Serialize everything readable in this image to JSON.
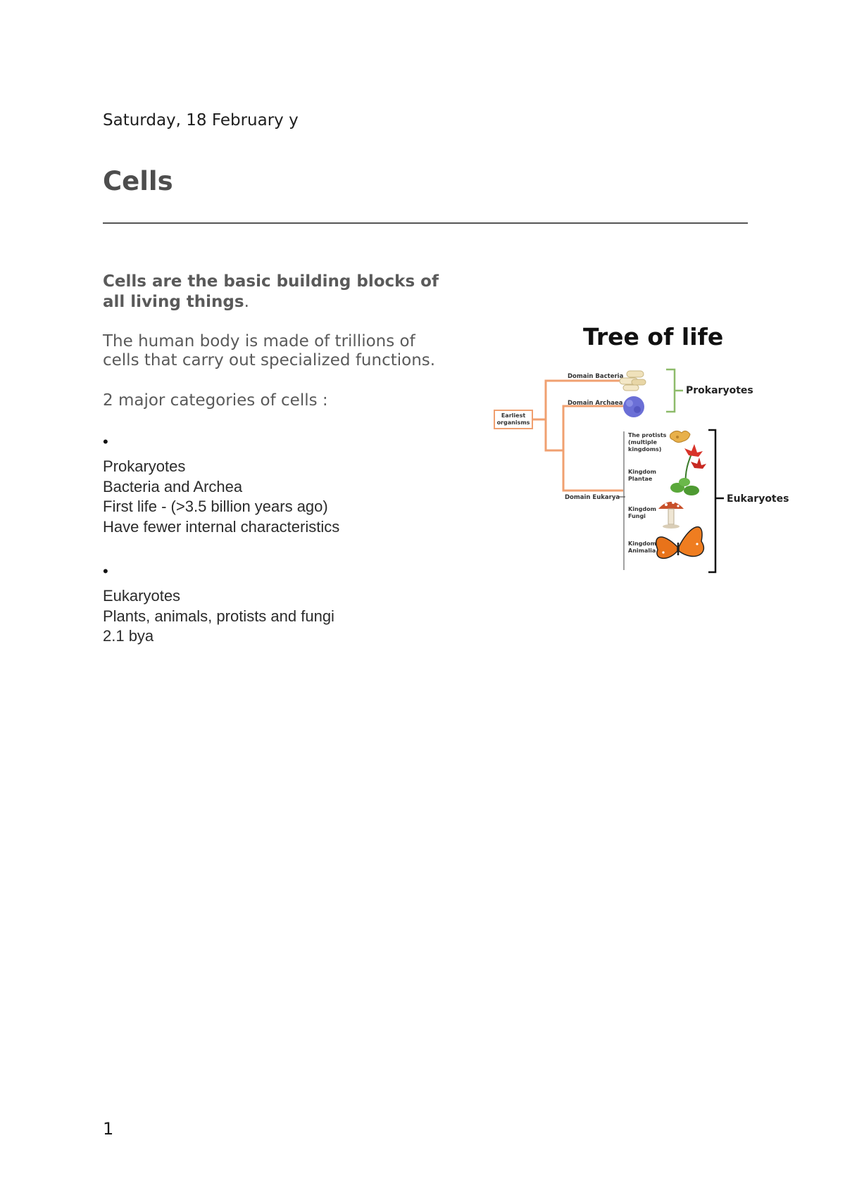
{
  "header": {
    "date": "Saturday, 18 February y"
  },
  "page": {
    "title": "Cells",
    "page_number": "1"
  },
  "intro": {
    "lead": "Cells are the basic building blocks of all living things",
    "lead_end": ".",
    "body": "The human body is made of trillions of cells that carry out specialized functions.",
    "categories": "2 major categories of cells :"
  },
  "bullets": [
    {
      "marker": "•",
      "lines": [
        "Prokaryotes",
        "Bacteria and Archea",
        "First life - (>3.5 billion years ago)",
        "Have fewer internal characteristics"
      ]
    },
    {
      "marker": "•",
      "lines": [
        "Eukaryotes",
        "Plants, animals, protists and fungi",
        "2.1 bya"
      ]
    }
  ],
  "figure": {
    "title": "Tree of life",
    "root": [
      "Earliest",
      "organisms"
    ],
    "domains": [
      "Domain Bacteria",
      "Domain Archaea",
      "Domain Eukarya"
    ],
    "groups": [
      "Prokaryotes",
      "Eukaryotes"
    ],
    "kingdoms": [
      [
        "The protists",
        "(multiple",
        "kingdoms)"
      ],
      [
        "Kingdom",
        "Plantae"
      ],
      [
        "Kingdom",
        "Fungi"
      ],
      [
        "Kingdom",
        "Animalia"
      ]
    ],
    "colors": {
      "branch": "#f0a070",
      "prok_bracket": "#8dbb6a",
      "euk_bracket": "#111111"
    }
  }
}
